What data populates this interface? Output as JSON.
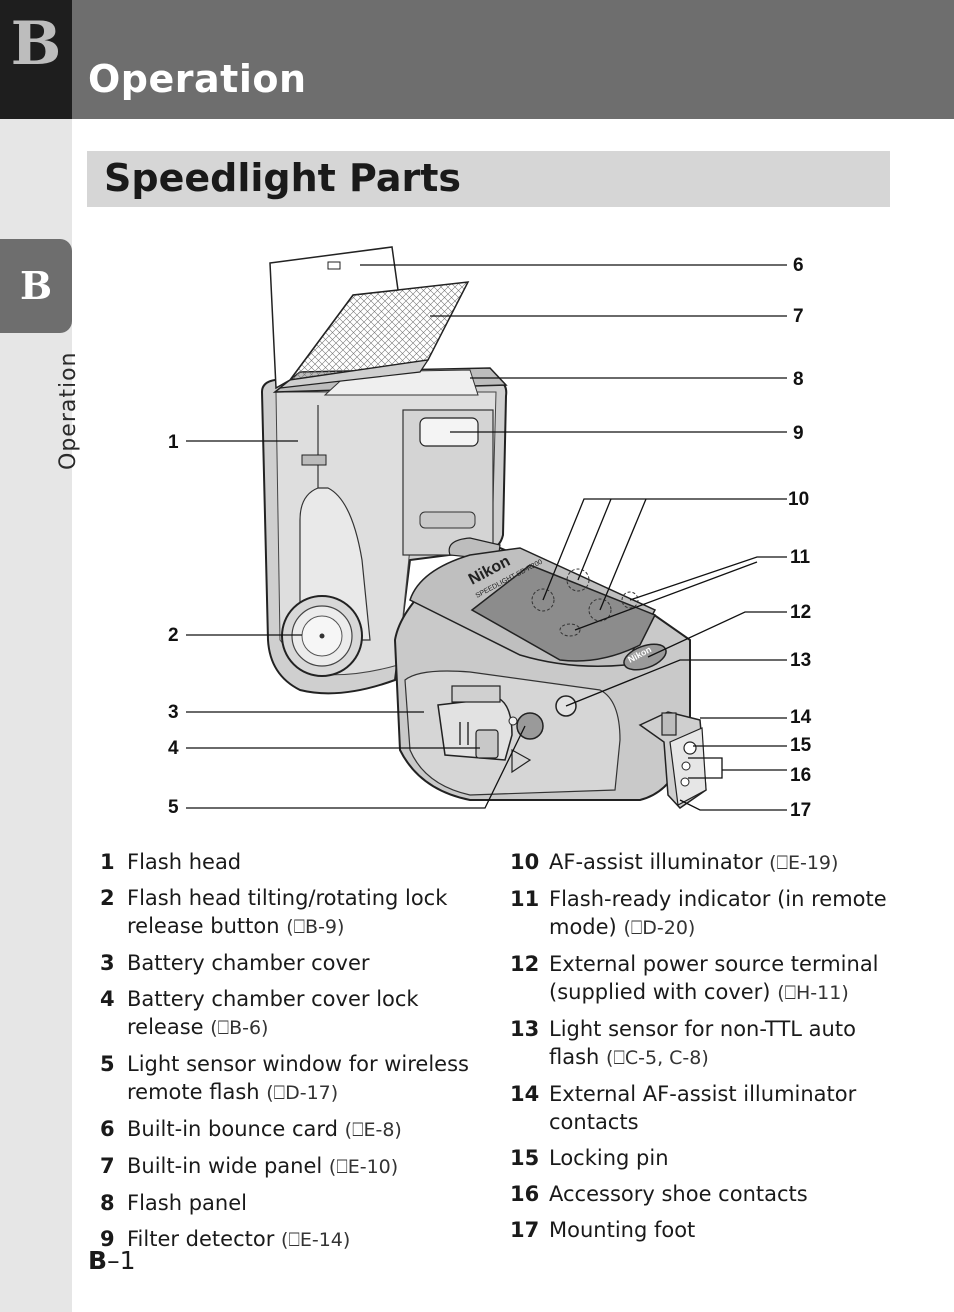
{
  "chapter_letter": "B",
  "header_title": "Operation",
  "section_title": "Speedlight Parts",
  "side_tab_letter": "B",
  "side_label": "Operation",
  "figure": {
    "callouts": [
      "1",
      "2",
      "3",
      "4",
      "5",
      "6",
      "7",
      "8",
      "9",
      "10",
      "11",
      "12",
      "13",
      "14",
      "15",
      "16",
      "17"
    ],
    "brand_label": "Nikon",
    "model_label": "SPEEDLIGHT SB-R200"
  },
  "parts_left": [
    {
      "num": "1",
      "text": "Flash head",
      "ref": ""
    },
    {
      "num": "2",
      "text": "Flash head tilting/rotating lock release button",
      "ref": "(⎕B-9)"
    },
    {
      "num": "3",
      "text": "Battery chamber cover",
      "ref": ""
    },
    {
      "num": "4",
      "text": "Battery chamber cover lock release",
      "ref": "(⎕B-6)"
    },
    {
      "num": "5",
      "text": "Light sensor window for wireless remote flash",
      "ref": "(⎕D-17)"
    },
    {
      "num": "6",
      "text": "Built-in bounce card",
      "ref": "(⎕E-8)"
    },
    {
      "num": "7",
      "text": "Built-in wide panel",
      "ref": "(⎕E-10)"
    },
    {
      "num": "8",
      "text": "Flash panel",
      "ref": ""
    },
    {
      "num": "9",
      "text": "Filter detector",
      "ref": "(⎕E-14)"
    }
  ],
  "parts_right": [
    {
      "num": "10",
      "text": "AF-assist illuminator",
      "ref": "(⎕E-19)"
    },
    {
      "num": "11",
      "text": "Flash-ready indicator (in remote mode)",
      "ref": "(⎕D-20)"
    },
    {
      "num": "12",
      "text": "External power source terminal (supplied with cover)",
      "ref": "(⎕H-11)"
    },
    {
      "num": "13",
      "text": "Light sensor for non-TTL auto flash",
      "ref": "(⎕C-5, C-8)"
    },
    {
      "num": "14",
      "text": "External AF-assist illuminator contacts",
      "ref": ""
    },
    {
      "num": "15",
      "text": "Locking pin",
      "ref": ""
    },
    {
      "num": "16",
      "text": "Accessory shoe contacts",
      "ref": ""
    },
    {
      "num": "17",
      "text": "Mounting foot",
      "ref": ""
    }
  ],
  "page_number": {
    "prefix": "B",
    "suffix": "–1"
  }
}
